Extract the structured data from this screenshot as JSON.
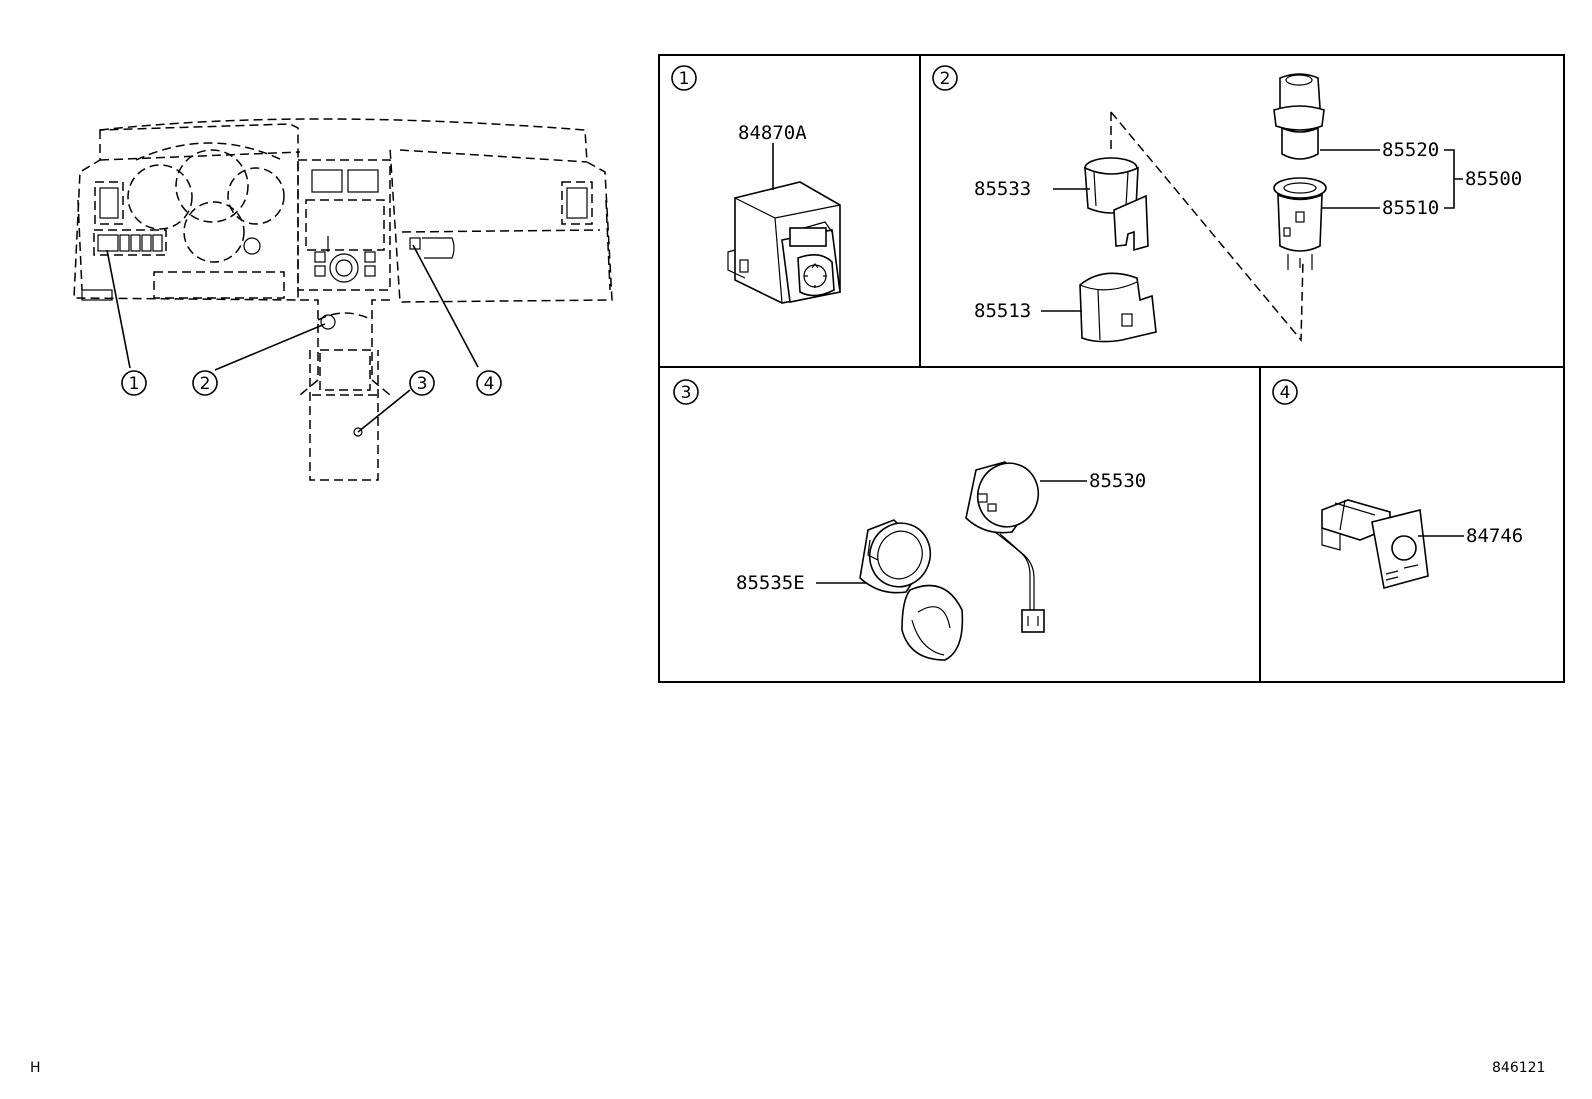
{
  "callouts": [
    "1",
    "2",
    "3",
    "4"
  ],
  "panels": [
    {
      "number": "1",
      "parts": [
        "84870A"
      ]
    },
    {
      "number": "2",
      "parts": [
        "85533",
        "85513",
        "85520",
        "85510",
        "85500"
      ]
    },
    {
      "number": "3",
      "parts": [
        "85530",
        "85535E"
      ]
    },
    {
      "number": "4",
      "parts": [
        "84746"
      ]
    }
  ],
  "footer": {
    "left_code": "H",
    "right_code": "846121"
  }
}
